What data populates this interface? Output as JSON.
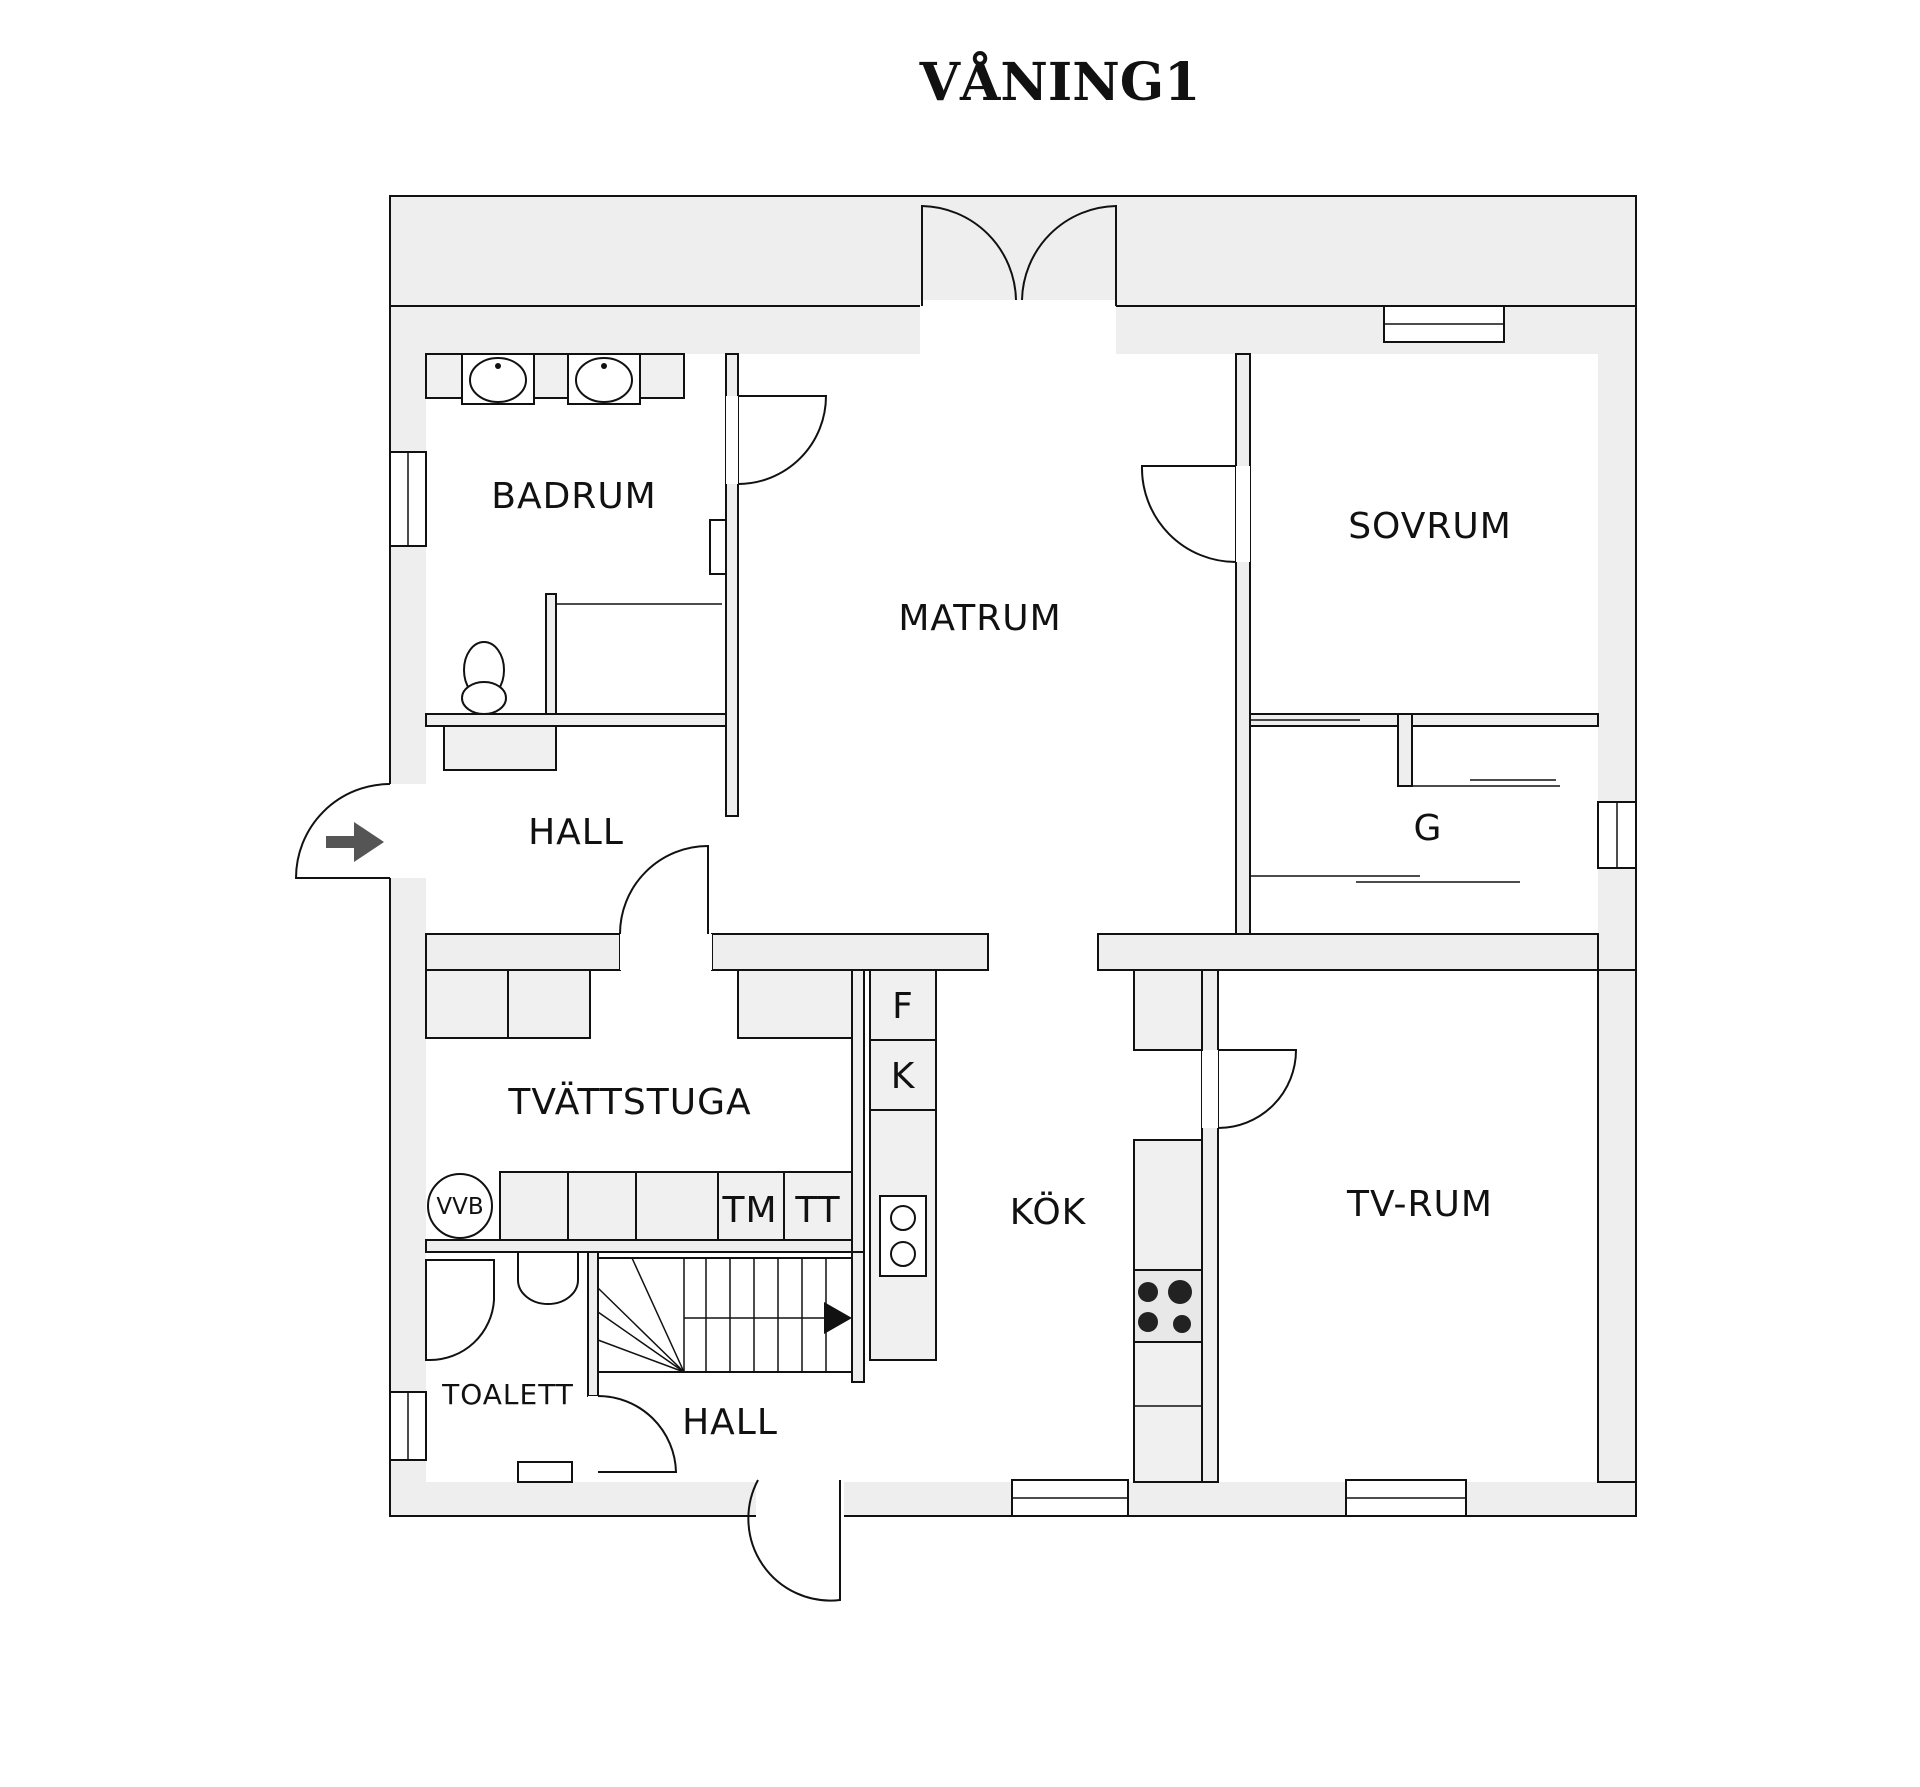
{
  "title": "VÅNING1",
  "rooms": {
    "badrum": "BADRUM",
    "matrum": "MATRUM",
    "sovrum": "SOVRUM",
    "hall_upper": "HALL",
    "garderob": "G",
    "tvattstuga": "TVÄTTSTUGA",
    "kok": "KÖK",
    "tv_rum": "TV-RUM",
    "toalett": "TOALETT",
    "hall_lower": "HALL"
  },
  "fixtures": {
    "fridge": "F",
    "freezer": "K",
    "water_heater": "VVB",
    "washing_machine": "TM",
    "dryer": "TT"
  },
  "icons": {
    "entrance": "entrance-arrow-icon",
    "stairs_direction": "stairs-arrow-icon"
  },
  "colors": {
    "wall_fill": "#eeeeee",
    "line": "#111111",
    "floor": "#ffffff"
  }
}
